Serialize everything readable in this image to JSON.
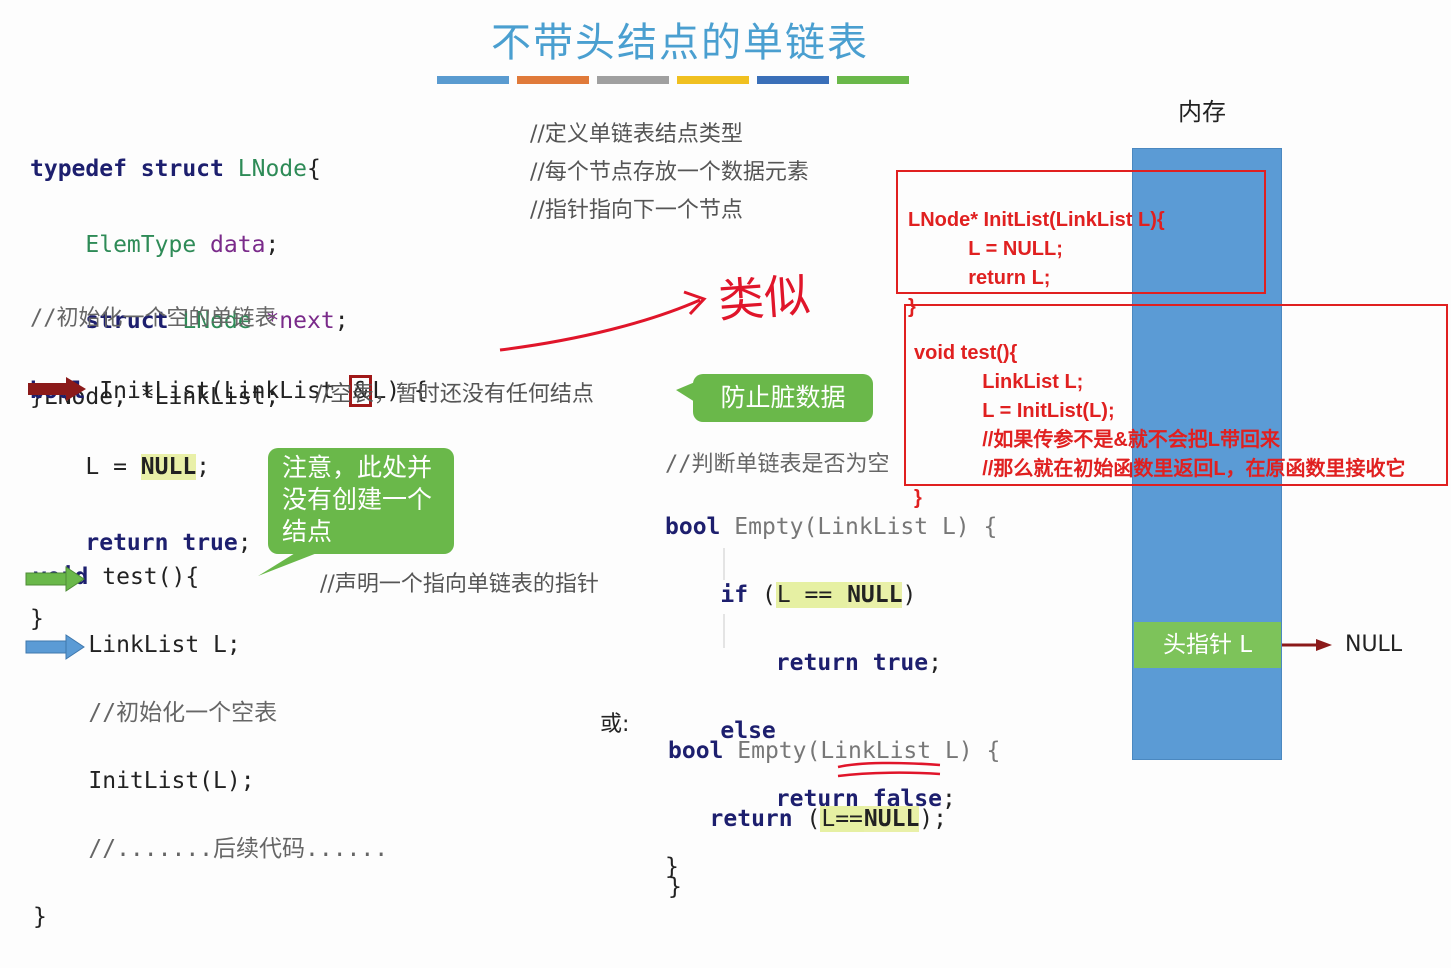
{
  "title": "不带头结点的单链表",
  "divider_colors": [
    "#5a9bd0",
    "#e07a3a",
    "#a0a0a0",
    "#f0c020",
    "#3a6fb8",
    "#6ab84a"
  ],
  "struct_code": {
    "line1_kw1": "typedef",
    "line1_kw2": "struct",
    "line1_ty": "LNode",
    "line1_end": "{",
    "line2_ty": "ElemType",
    "line2_id": "data",
    "line2_end": ";",
    "line3_kw": "struct",
    "line3_ty": "LNode",
    "line3_id": "*next",
    "line3_end": ";",
    "line4": "}LNode, *LinkList;",
    "comment1": "//定义单链表结点类型",
    "comment2": "//每个节点存放一个数据元素",
    "comment3": "//指针指向下一个节点"
  },
  "init_code": {
    "comment": "//初始化一个空的单链表",
    "sig_kw": "bool",
    "sig_fn": "InitList(LinkList ",
    "sig_amp": "&",
    "sig_end": "L) {",
    "l2_a": "L = ",
    "l2_null": "NULL",
    "l2_b": ";",
    "l2_comment": "//空表，暂时还没有任何结点",
    "l3_kw": "return",
    "l3_val": "true",
    "l3_end": ";",
    "close": "}"
  },
  "test_code": {
    "sig_kw": "void",
    "sig_rest": "test(){",
    "l2": "LinkList L;",
    "l2_comment": "//声明一个指向单链表的指针",
    "l3": "//初始化一个空表",
    "l4": "InitList(L);",
    "l5": "//.......后续代码......",
    "close": "}"
  },
  "empty_code": {
    "comment": "//判断单链表是否为空",
    "sig_kw": "bool",
    "sig_rest": "Empty(LinkList L) {",
    "if_kw": "if",
    "if_a": "(",
    "if_b": "L == ",
    "if_null": "NULL",
    "if_c": ")",
    "ret1_kw": "return",
    "ret1_val": "true",
    "ret1_end": ";",
    "else_kw": "else",
    "ret2_kw": "return",
    "ret2_val": "false",
    "ret2_end": ";",
    "close": "}"
  },
  "or_label": "或:",
  "empty2_code": {
    "sig_kw": "bool",
    "sig_rest": "Empty(LinkList L) {",
    "ret_kw": "return",
    "ret_a": "(",
    "ret_b": "L==",
    "ret_null": "NULL",
    "ret_c": ");",
    "close": "}"
  },
  "bubbles": {
    "dirty": "防止脏数据",
    "note": "注意，此处并没有创建一个结点"
  },
  "handwritten": "类似",
  "memory": {
    "title": "内存",
    "head_ptr": "头指针 L",
    "null_label": "NULL"
  },
  "red_box1": {
    "l1": "LNode* InitList(LinkList L){",
    "l2": "    L = NULL;",
    "l3": "    return L;",
    "l4": "}"
  },
  "red_box2": {
    "l1": "void test(){",
    "l2": "    LinkList L;",
    "l3": "    L = InitList(L);",
    "l4": "    //如果传参不是&就不会把L带回来",
    "l5": "    //那么就在初始函数里返回L，在原函数里接收它",
    "l6": "}"
  }
}
